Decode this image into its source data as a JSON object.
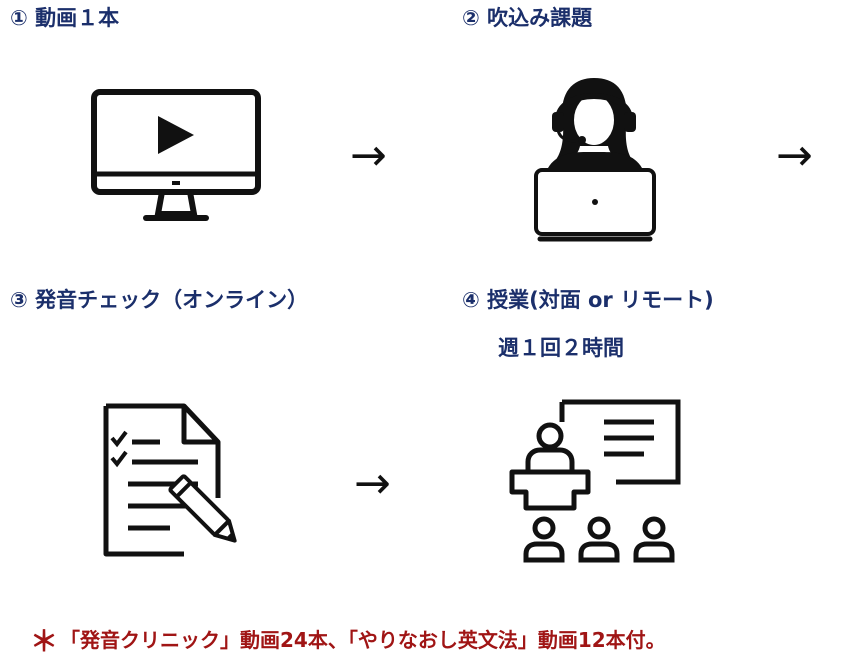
{
  "steps": [
    {
      "label": "① 動画１本",
      "icon": "video-monitor-icon"
    },
    {
      "label": "② 吹込み課題",
      "icon": "headset-laptop-user-icon"
    },
    {
      "label": "③ 発音チェック（オンライン）",
      "icon": "checklist-pencil-icon"
    },
    {
      "label": "④ 授業(対面 or リモート)",
      "label_line2": "週１回２時間",
      "icon": "classroom-presentation-icon"
    }
  ],
  "arrow_symbol": "→",
  "footnote": {
    "star": "＊",
    "text": "「発音クリニック」動画24本、「やりなおし英文法」動画12本付。"
  },
  "colors": {
    "label": "#1b2f6b",
    "footnote": "#a01515",
    "icon": "#111111"
  }
}
